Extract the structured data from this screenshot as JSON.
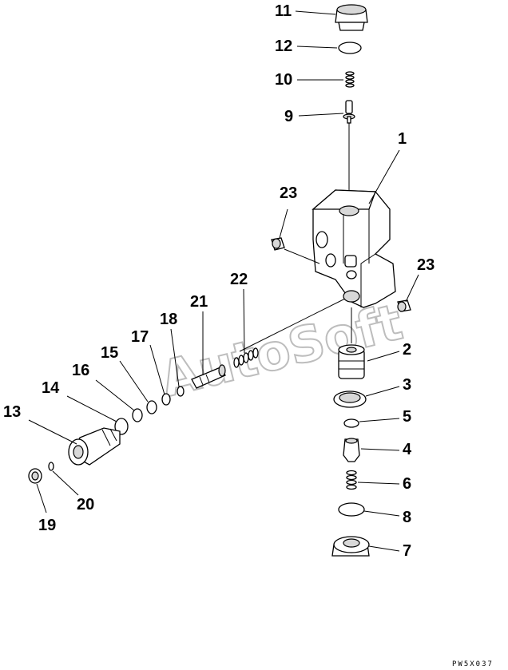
{
  "drawing": {
    "code": "PW5X037",
    "watermark": "AutoSoft",
    "callouts": [
      "11",
      "12",
      "10",
      "9",
      "1",
      "23",
      "23",
      "22",
      "21",
      "18",
      "17",
      "15",
      "16",
      "14",
      "13",
      "20",
      "19",
      "2",
      "3",
      "5",
      "4",
      "6",
      "8",
      "7"
    ]
  }
}
